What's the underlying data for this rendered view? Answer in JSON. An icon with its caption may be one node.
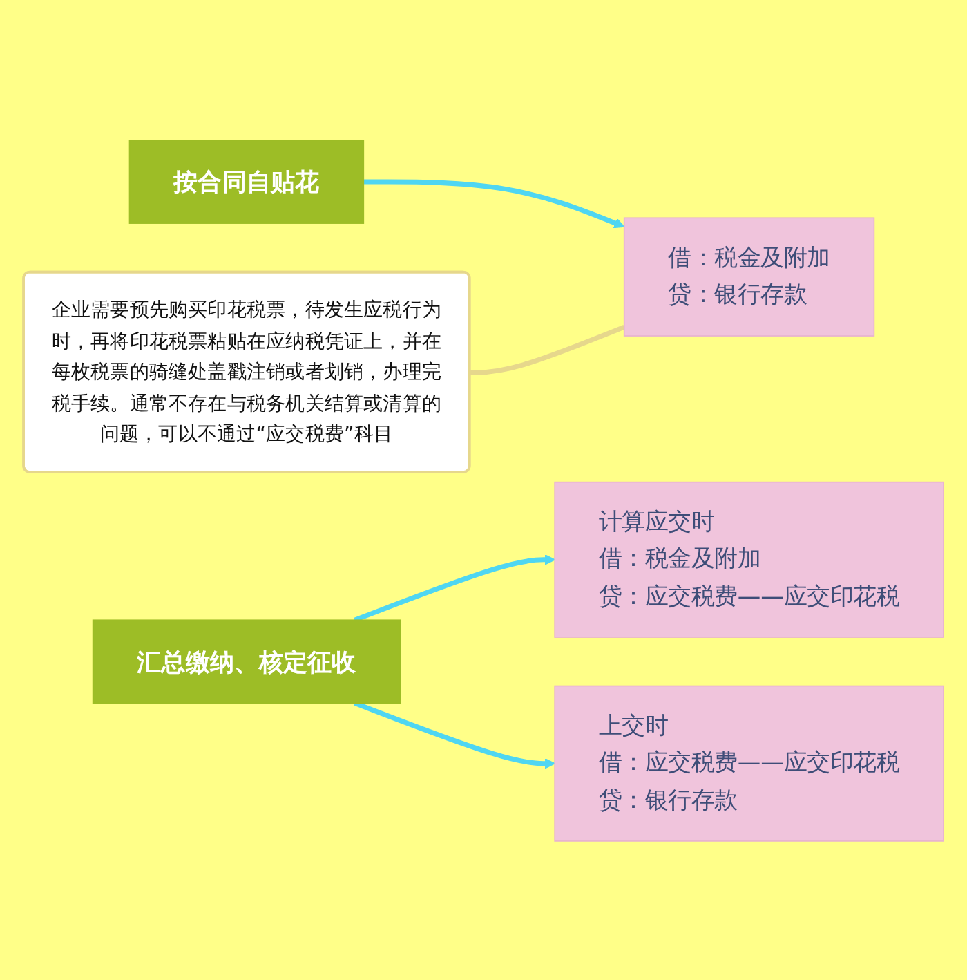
{
  "diagram": {
    "nodes": [
      {
        "text": [
          "按合同自贴花"
        ]
      },
      {
        "text": [
          "借：税金及附加",
          "贷：银行存款"
        ]
      },
      {
        "text": [
          "企业需要预先购买印花税票，待发生应税行为时，再将印花税票粘贴在应纳税凭证上，并在每枚税票的骑缝处盖戳注销或者划销，办理完税手续。通常不存在与税务机关结算或清算的问题，可以不通过“应交税费”科目"
        ]
      },
      {
        "text": [
          "汇总缴纳、核定征收"
        ]
      },
      {
        "text": [
          "计算应交时",
          "借：税金及附加",
          "贷：应交税费——应交印花税"
        ]
      },
      {
        "text": [
          "上交时",
          "借：应交税费——应交印花税",
          "贷：银行存款"
        ]
      }
    ],
    "edges": [
      {
        "from": 0,
        "to": 1,
        "arrow": "to"
      },
      {
        "from": 2,
        "to": 1,
        "arrow": "none",
        "color": "#e6d78c"
      },
      {
        "from": 3,
        "to": 4,
        "arrow": "to"
      },
      {
        "from": 3,
        "to": 5,
        "arrow": "to"
      }
    ]
  }
}
